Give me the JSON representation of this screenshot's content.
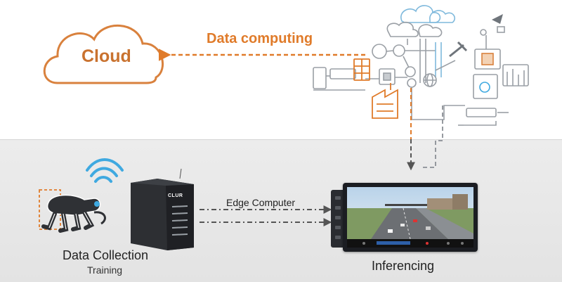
{
  "colors": {
    "accent": "#e07b2a",
    "cloud_stroke": "#d9813d",
    "cloud_text": "#c9722f",
    "wifi": "#3fa9e0",
    "network_gray": "#9a9fa5",
    "dark_line": "#555555",
    "server": "#2d2f33"
  },
  "labels": {
    "cloud": "Cloud",
    "data_computing": "Data computing",
    "edge_computer": "Edge Computer",
    "data_collection": "Data Collection",
    "training": "Training",
    "inferencing": "Inferencing",
    "server_brand": "CLUR"
  },
  "icons": [
    "cloud-icon",
    "robot-dog-icon",
    "wifi-icon",
    "server-tower-icon",
    "monitor-icon",
    "highway-screen-icon",
    "iot-network-icon",
    "satellite-dish-icon",
    "drone-icon",
    "calendar-icon",
    "factory-icon",
    "globe-icon",
    "chart-icon"
  ]
}
